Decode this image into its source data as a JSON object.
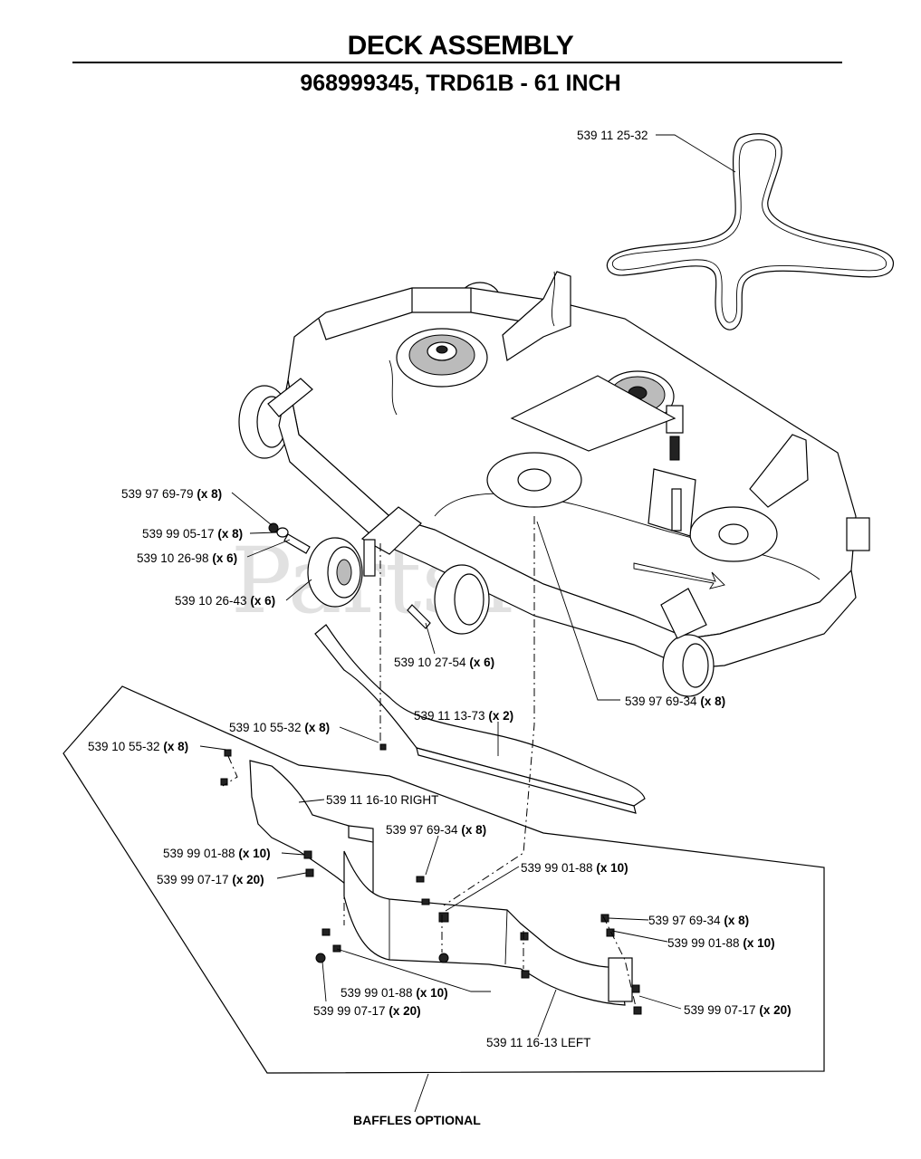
{
  "title": "DECK ASSEMBLY",
  "subtitle": "968999345, TRD61B - 61 INCH",
  "watermark": "PartsTree",
  "footer_label": "BAFFLES OPTIONAL",
  "callouts": {
    "belt": {
      "part": "539 11 25-32",
      "qty": ""
    },
    "c1": {
      "part": "539 97 69-79",
      "qty": "(x 8)"
    },
    "c2": {
      "part": "539 99 05-17",
      "qty": "(x 8)"
    },
    "c3": {
      "part": "539 10 26-98",
      "qty": "(x 6)"
    },
    "c4": {
      "part": "539 10 26-43",
      "qty": "(x 6)"
    },
    "c5": {
      "part": "539 10 27-54",
      "qty": "(x 6)"
    },
    "c6": {
      "part": "539 97 69-34",
      "qty": "(x 8)"
    },
    "c7": {
      "part": "539 11 13-73",
      "qty": "(x 2)"
    },
    "c8": {
      "part": "539 10 55-32",
      "qty": "(x 8)"
    },
    "c9": {
      "part": "539 10 55-32",
      "qty": "(x 8)"
    },
    "c10": {
      "part": "539 11 16-10 RIGHT",
      "qty": ""
    },
    "c11": {
      "part": "539 97 69-34",
      "qty": "(x 8)"
    },
    "c12": {
      "part": "539 99 01-88",
      "qty": "(x 10)"
    },
    "c13": {
      "part": "539 99 07-17",
      "qty": "(x 20)"
    },
    "c14": {
      "part": "539 99 01-88",
      "qty": "(x 10)"
    },
    "c15": {
      "part": "539 97 69-34",
      "qty": "(x 8)"
    },
    "c16": {
      "part": "539 99 01-88",
      "qty": "(x 10)"
    },
    "c17": {
      "part": "539 99 01-88",
      "qty": "(x 10)"
    },
    "c18": {
      "part": "539 99 07-17",
      "qty": "(x 20)"
    },
    "c19": {
      "part": "539 99 07-17",
      "qty": "(x 20)"
    },
    "c20": {
      "part": "539 11 16-13 LEFT",
      "qty": ""
    }
  }
}
